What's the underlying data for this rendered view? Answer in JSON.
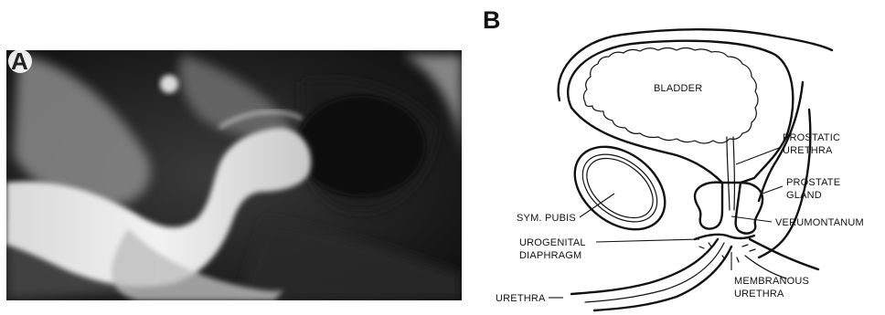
{
  "panel_a": {
    "letter": "A"
  },
  "panel_b": {
    "letter": "B",
    "labels": {
      "bladder": "BLADDER",
      "prostatic_urethra_line1": "PROSTATIC",
      "prostatic_urethra_line2": "URETHRA",
      "prostate_gland_line1": "PROSTATE",
      "prostate_gland_line2": "GLAND",
      "sym_pubis": "SYM. PUBIS",
      "verumontanum": "VERUMONTANUM",
      "urogenital_line1": "UROGENITAL",
      "urogenital_line2": "DIAPHRAGM",
      "urethra": "URETHRA",
      "membranous_line1": "MEMBRANOUS",
      "membranous_line2": "URETHRA"
    }
  }
}
